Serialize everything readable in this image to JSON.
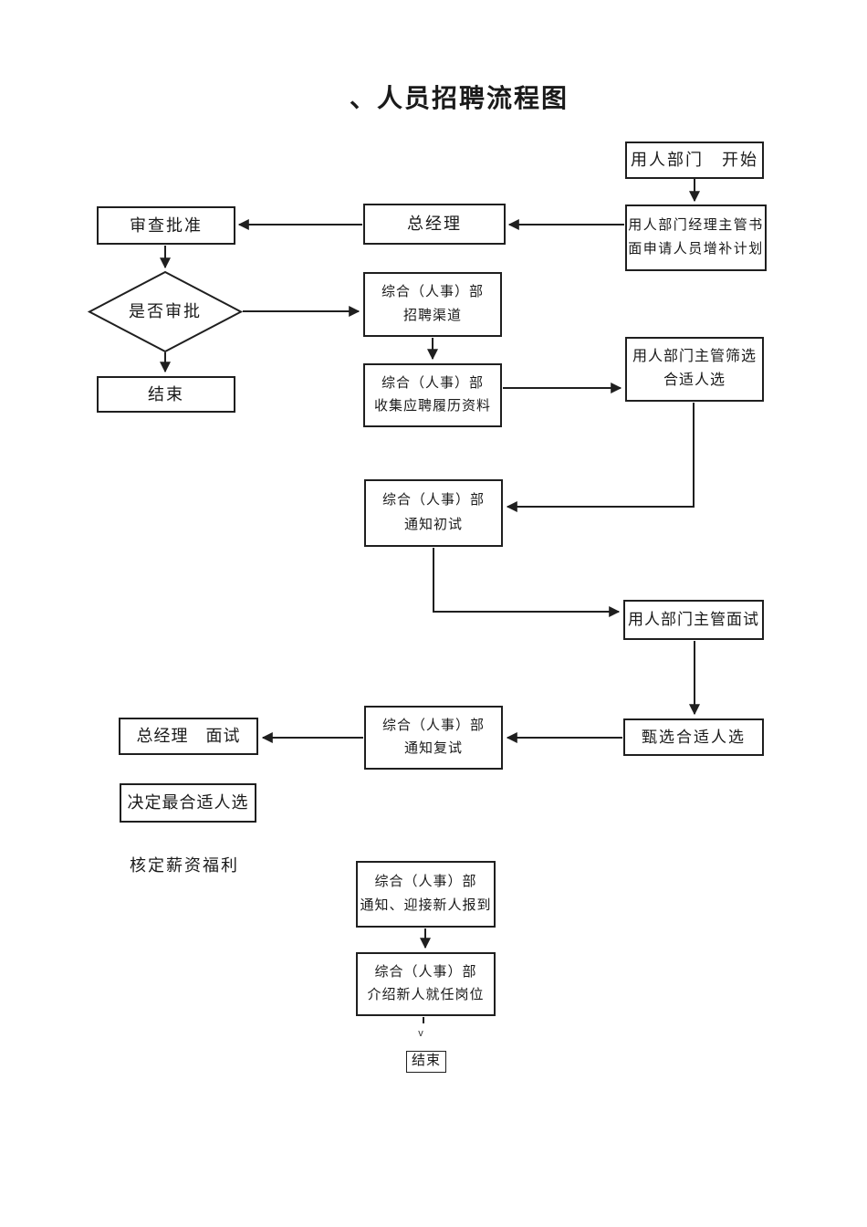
{
  "page": {
    "title": "、人员招聘流程图"
  },
  "colors": {
    "ink": "#1f1f1f",
    "background": "#ffffff"
  },
  "nodes": {
    "start": {
      "label": "用人部门　开始"
    },
    "apply": {
      "line1": "用人部门经理主管书",
      "line2": "面申请人员增补计划"
    },
    "general_manager": {
      "label": "总经理"
    },
    "review_approve": {
      "label": "审查批准"
    },
    "decision": {
      "label": "是否审批"
    },
    "end_left": {
      "label": "结束"
    },
    "recruit_channel": {
      "line1": "综合（人事）部",
      "line2": "招聘渠道"
    },
    "collect_resumes": {
      "line1": "综合（人事）部",
      "line2": "收集应聘履历资料"
    },
    "supervisor_screen": {
      "line1": "用人部门主管筛选",
      "line2": "合适人选"
    },
    "notify_first_interview": {
      "line1": "综合（人事）部",
      "line2": "通知初试"
    },
    "supervisor_interview": {
      "label": "用人部门主管面试"
    },
    "select_candidates": {
      "label": "甄选合适人选"
    },
    "notify_second_interview": {
      "line1": "综合（人事）部",
      "line2": "通知复试"
    },
    "gm_interview": {
      "label": "总经理　面试"
    },
    "decide_final": {
      "label": "决定最合适人选"
    },
    "salary_benefits": {
      "label": "核定薪资福利"
    },
    "welcome_newcomer": {
      "line1": "综合（人事）部",
      "line2": "通知、迎接新人报到"
    },
    "introduce_position": {
      "line1": "综合（人事）部",
      "line2": "介绍新人就任岗位"
    },
    "v_mark": {
      "label": "v"
    },
    "end_bottom": {
      "label": "结束"
    }
  }
}
